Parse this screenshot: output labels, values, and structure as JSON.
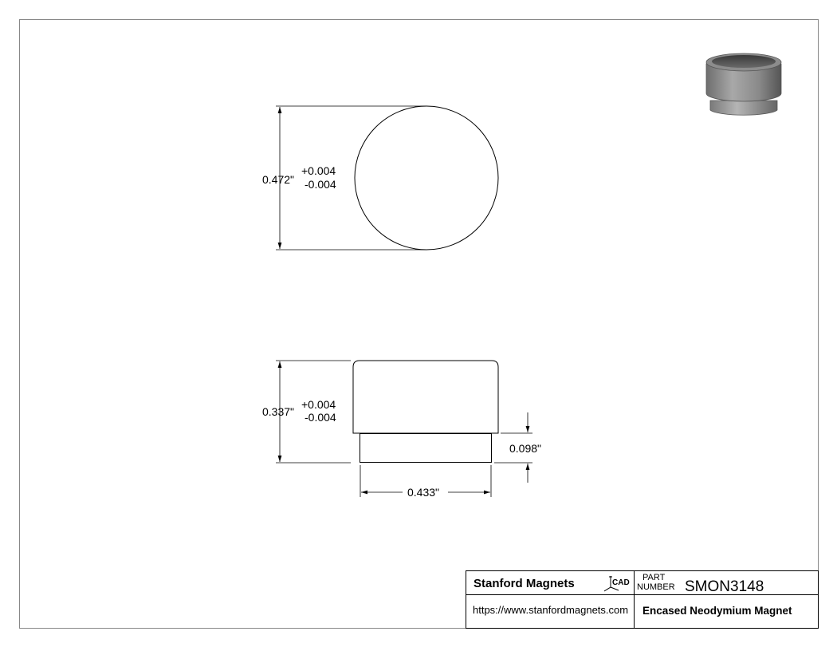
{
  "drawing": {
    "top_view": {
      "diameter_label": "0.472\"",
      "tol_plus": "+0.004",
      "tol_minus": "-0.004"
    },
    "side_view": {
      "height_label": "0.337\"",
      "tol_plus": "+0.004",
      "tol_minus": "-0.004",
      "step_label": "0.098\"",
      "width_label": "0.433\""
    },
    "isometric_icon": "magnet-isometric-render"
  },
  "title_block": {
    "company": "Stanford Magnets",
    "cad_logo": "CAD",
    "part_label_line1": "PART",
    "part_label_line2": "NUMBER",
    "part_number": "SMON3148",
    "url": "https://www.stanfordmagnets.com",
    "description": "Encased Neodymium Magnet"
  }
}
